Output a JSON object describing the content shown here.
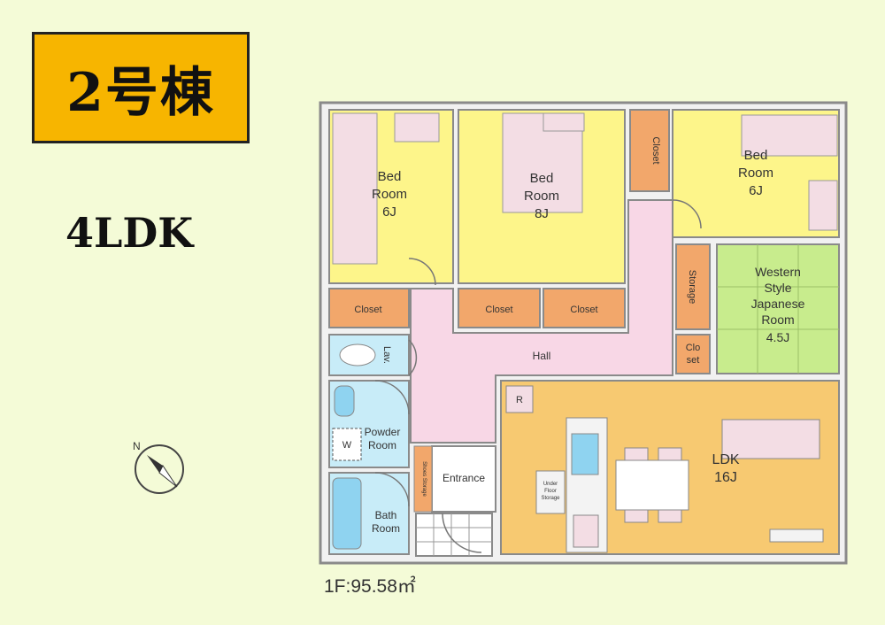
{
  "building": {
    "badge": "2号棟",
    "layout_type": "4LDK",
    "floor_area": "1F:95.58㎡"
  },
  "rooms": {
    "bed1": {
      "name": "Bed",
      "name2": "Room",
      "size": "6J"
    },
    "bed2": {
      "name": "Bed",
      "name2": "Room",
      "size": "8J"
    },
    "bed3": {
      "name": "Bed",
      "name2": "Room",
      "size": "6J"
    },
    "western": {
      "line1": "Western",
      "line2": "Style",
      "line3": "Japanese",
      "line4": "Room",
      "size": "4.5J"
    },
    "ldk": {
      "name": "LDK",
      "size": "16J"
    },
    "hall": "Hall",
    "entrance": "Entrance",
    "powder": {
      "line1": "Powder",
      "line2": "Room"
    },
    "bath": {
      "line1": "Bath",
      "line2": "Room"
    },
    "lav": "Lav.",
    "closet1": "Closet",
    "closet2": "Closet",
    "closet3": "Closet",
    "closet_top": "Closet",
    "storage": "Storage",
    "closet_small": {
      "line1": "Clo",
      "line2": "set"
    },
    "shoes": "Shoes Storage",
    "under_floor": {
      "line1": "Under",
      "line2": "Floor",
      "line3": "Storage"
    },
    "fridge_mark": "R",
    "washer_mark": "W"
  },
  "compass": {
    "north": "N"
  },
  "colors": {
    "bedroom": "#fdf58a",
    "closet": "#f2a76b",
    "hall": "#f8d7e6",
    "ldk": "#f7c971",
    "tatami": "#c8ec8d",
    "water": "#c8ecf8",
    "wall": "#8a8a8a",
    "background": "#f4fbd7",
    "badge": "#f7b500"
  }
}
